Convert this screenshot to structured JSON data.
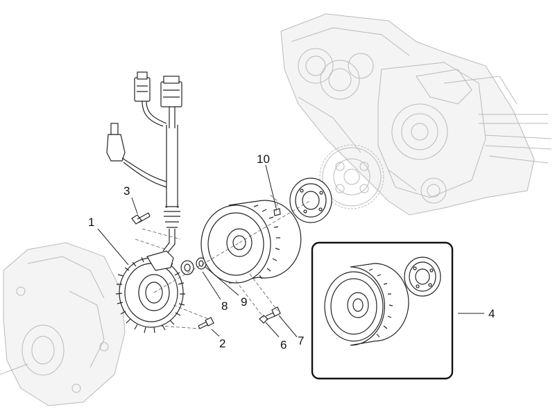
{
  "callouts": [
    {
      "id": "1",
      "label": "1"
    },
    {
      "id": "2",
      "label": "2"
    },
    {
      "id": "3",
      "label": "3"
    },
    {
      "id": "4",
      "label": "4"
    },
    {
      "id": "6",
      "label": "6"
    },
    {
      "id": "7",
      "label": "7"
    },
    {
      "id": "8",
      "label": "8"
    },
    {
      "id": "9",
      "label": "9"
    },
    {
      "id": "10",
      "label": "10"
    }
  ],
  "colors": {
    "line": "#222222",
    "faint": "#b9b9b9",
    "kit_frame": "#111111"
  }
}
